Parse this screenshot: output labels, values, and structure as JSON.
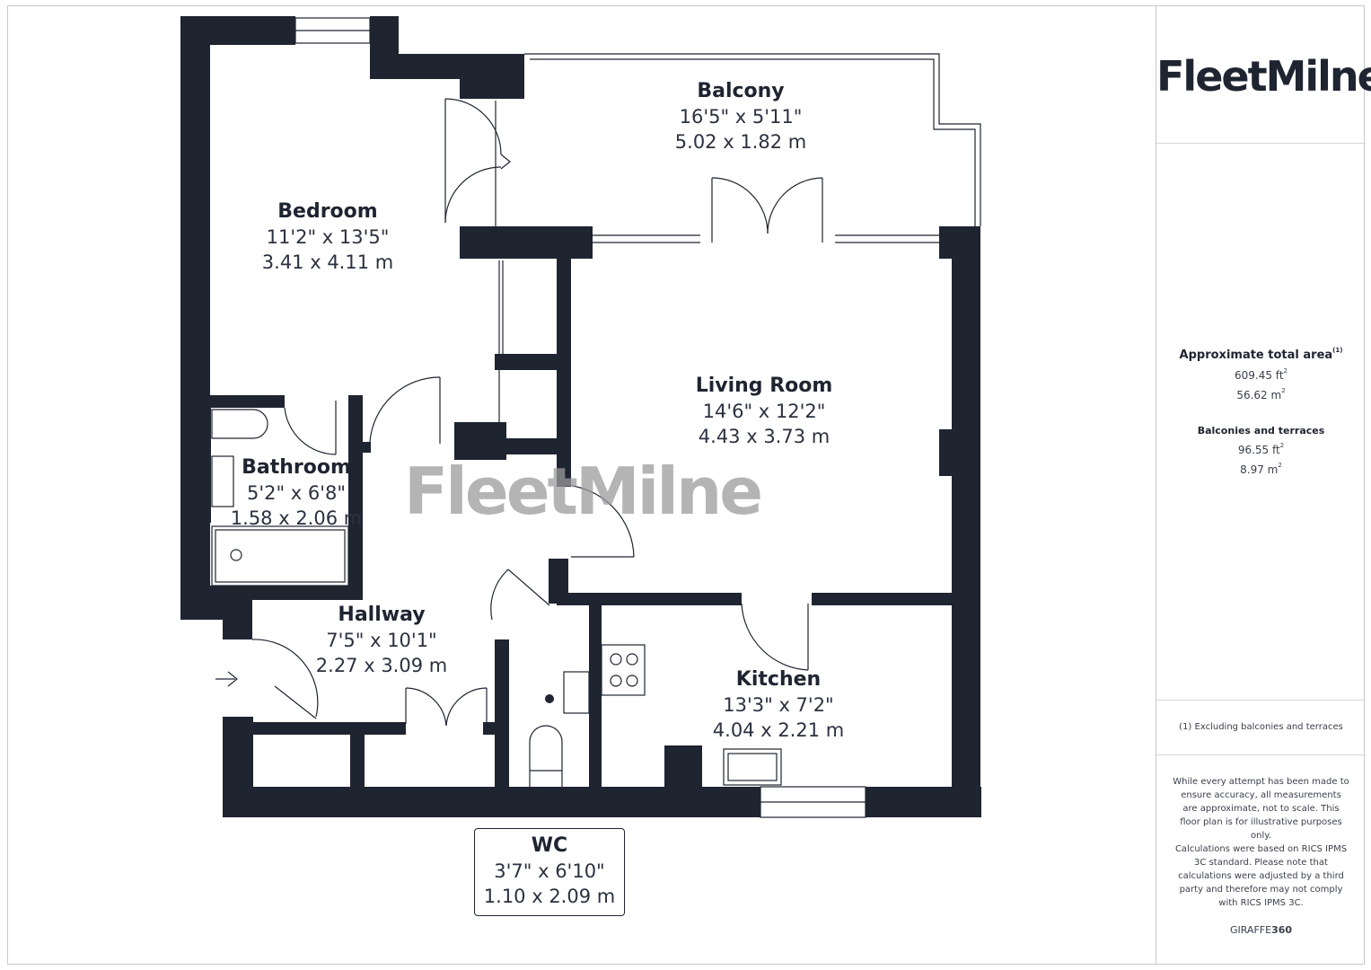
{
  "watermark": "FleetMilne",
  "rooms": {
    "balcony": {
      "name": "Balcony",
      "imperial": "16'5\" x 5'11\"",
      "metric": "5.02 x 1.82 m"
    },
    "bedroom": {
      "name": "Bedroom",
      "imperial": "11'2\" x 13'5\"",
      "metric": "3.41 x 4.11 m"
    },
    "living": {
      "name": "Living Room",
      "imperial": "14'6\" x 12'2\"",
      "metric": "4.43 x 3.73 m"
    },
    "bathroom": {
      "name": "Bathroom",
      "imperial": "5'2\" x 6'8\"",
      "metric": "1.58 x 2.06 m"
    },
    "hallway": {
      "name": "Hallway",
      "imperial": "7'5\" x 10'1\"",
      "metric": "2.27 x 3.09 m"
    },
    "kitchen": {
      "name": "Kitchen",
      "imperial": "13'3\" x 7'2\"",
      "metric": "4.04 x 2.21 m"
    },
    "wc": {
      "name": "WC",
      "imperial": "3'7\" x 6'10\"",
      "metric": "1.10 x 2.09 m"
    }
  },
  "sidebar": {
    "brand": "FleetMilne",
    "total_title": "Approximate total area",
    "total_footnote": "(1)",
    "total_ft2": "609.45 ft",
    "total_m2": "56.62 m",
    "balc_title": "Balconies and terraces",
    "balc_ft2": "96.55 ft",
    "balc_m2": "8.97 m",
    "sq": "2",
    "footnote": "(1) Excluding balconies and terraces",
    "disclaimer1": "While every attempt has been made to ensure accuracy, all measurements are approximate, not to scale. This floor plan is for illustrative purposes only.",
    "disclaimer2": "Calculations were based on RICS IPMS 3C standard. Please note that calculations were adjusted by a third party and therefore may not comply with RICS IPMS 3C.",
    "provider_a": "GIRAFFE",
    "provider_b": "360"
  }
}
